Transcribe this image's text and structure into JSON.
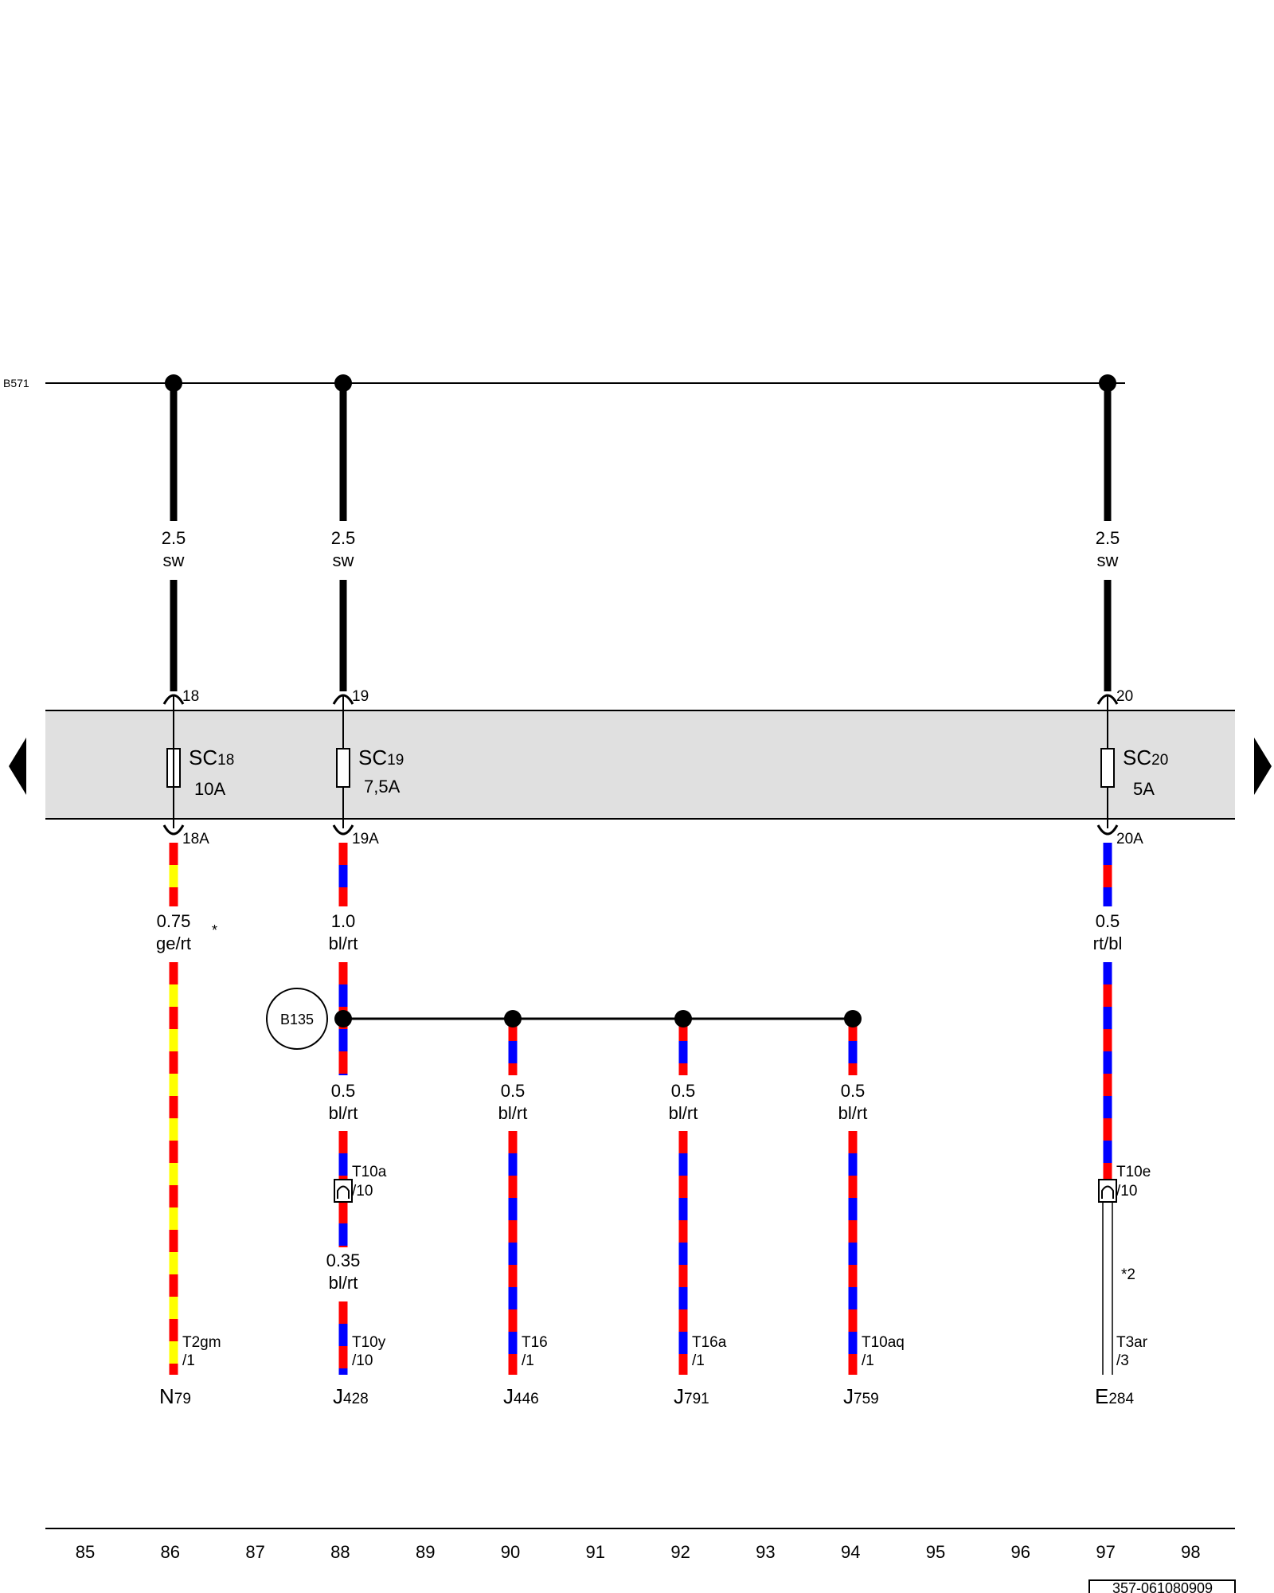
{
  "bus": {
    "label": "B571"
  },
  "fuses": [
    {
      "id": "SC",
      "sub": "18",
      "rating": "10A",
      "in_terminal": "18",
      "out_terminal": "18A"
    },
    {
      "id": "SC",
      "sub": "19",
      "rating": "7,5A",
      "in_terminal": "19",
      "out_terminal": "19A"
    },
    {
      "id": "SC",
      "sub": "20",
      "rating": "5A",
      "in_terminal": "20",
      "out_terminal": "20A"
    }
  ],
  "feed_wires": [
    {
      "size": "2.5",
      "color": "sw"
    },
    {
      "size": "2.5",
      "color": "sw"
    },
    {
      "size": "2.5",
      "color": "sw"
    }
  ],
  "branch_wires": [
    {
      "size": "0.75",
      "color": "ge/rt",
      "note": "*"
    },
    {
      "size": "1.0",
      "color": "bl/rt"
    },
    {
      "size": "0.5",
      "color": "rt/bl"
    }
  ],
  "splice": {
    "label": "B135"
  },
  "splice_wires": [
    {
      "size": "0.5",
      "color": "bl/rt"
    },
    {
      "size": "0.5",
      "color": "bl/rt"
    },
    {
      "size": "0.5",
      "color": "bl/rt"
    },
    {
      "size": "0.5",
      "color": "bl/rt"
    }
  ],
  "connectors": [
    {
      "name": "T10a",
      "pin": "/10"
    },
    {
      "name": "T10e",
      "pin": "/10"
    }
  ],
  "lower_wire": {
    "size": "0.35",
    "color": "bl/rt"
  },
  "note_2": "*2",
  "terminals": [
    {
      "name": "T2gm",
      "pin": "/1"
    },
    {
      "name": "T10y",
      "pin": "/10"
    },
    {
      "name": "T16",
      "pin": "/1"
    },
    {
      "name": "T16a",
      "pin": "/1"
    },
    {
      "name": "T10aq",
      "pin": "/1"
    },
    {
      "name": "T3ar",
      "pin": "/3"
    }
  ],
  "components": [
    {
      "main": "N",
      "sub": "79"
    },
    {
      "main": "J",
      "sub": "428"
    },
    {
      "main": "J",
      "sub": "446"
    },
    {
      "main": "J",
      "sub": "791"
    },
    {
      "main": "J",
      "sub": "759"
    },
    {
      "main": "E",
      "sub": "284"
    }
  ],
  "column_numbers": [
    "85",
    "86",
    "87",
    "88",
    "89",
    "90",
    "91",
    "92",
    "93",
    "94",
    "95",
    "96",
    "97",
    "98"
  ],
  "diagram_id": "357-061080909",
  "colors": {
    "red": "#ff0000",
    "blue": "#0000ff",
    "yellow": "#ffff00",
    "black": "#000000",
    "fuse_box": "#e0e0e0"
  }
}
